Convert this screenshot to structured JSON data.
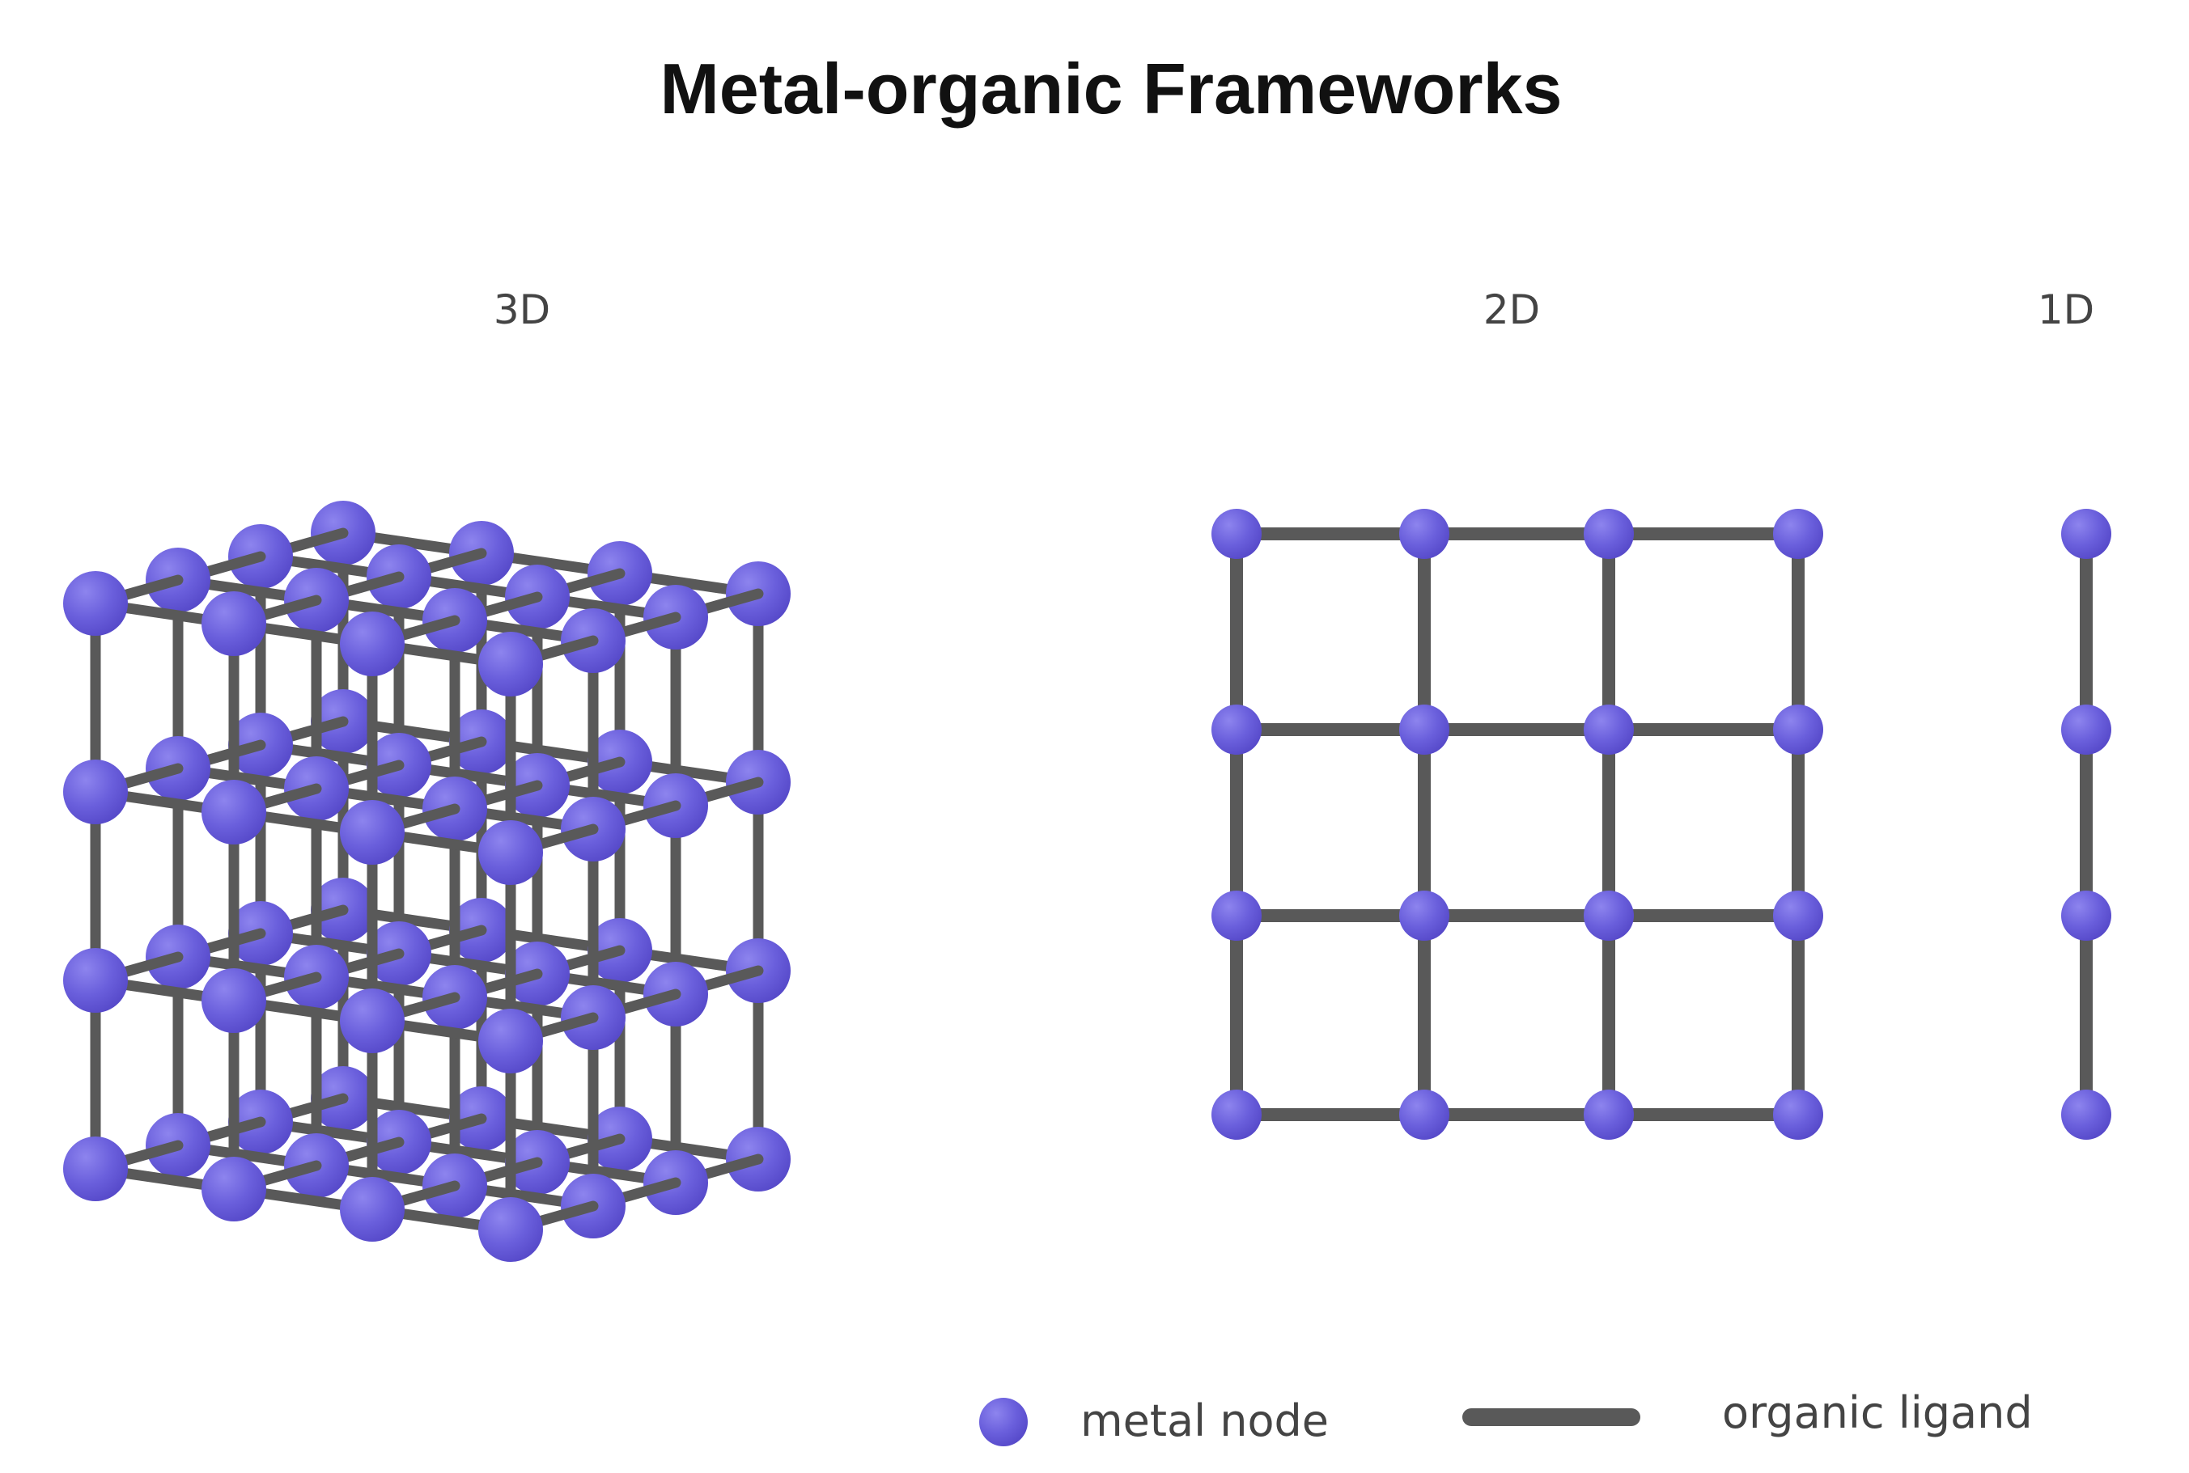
{
  "title": "Metal-organic Frameworks",
  "panels": {
    "three_d": {
      "label": "3D"
    },
    "two_d": {
      "label": "2D"
    },
    "one_d": {
      "label": "1D"
    }
  },
  "legend": {
    "node_label": "metal node",
    "ligand_label": "organic ligand"
  },
  "colors": {
    "node": "#6a5fdc",
    "ligand": "#595959",
    "text": "#444444"
  }
}
